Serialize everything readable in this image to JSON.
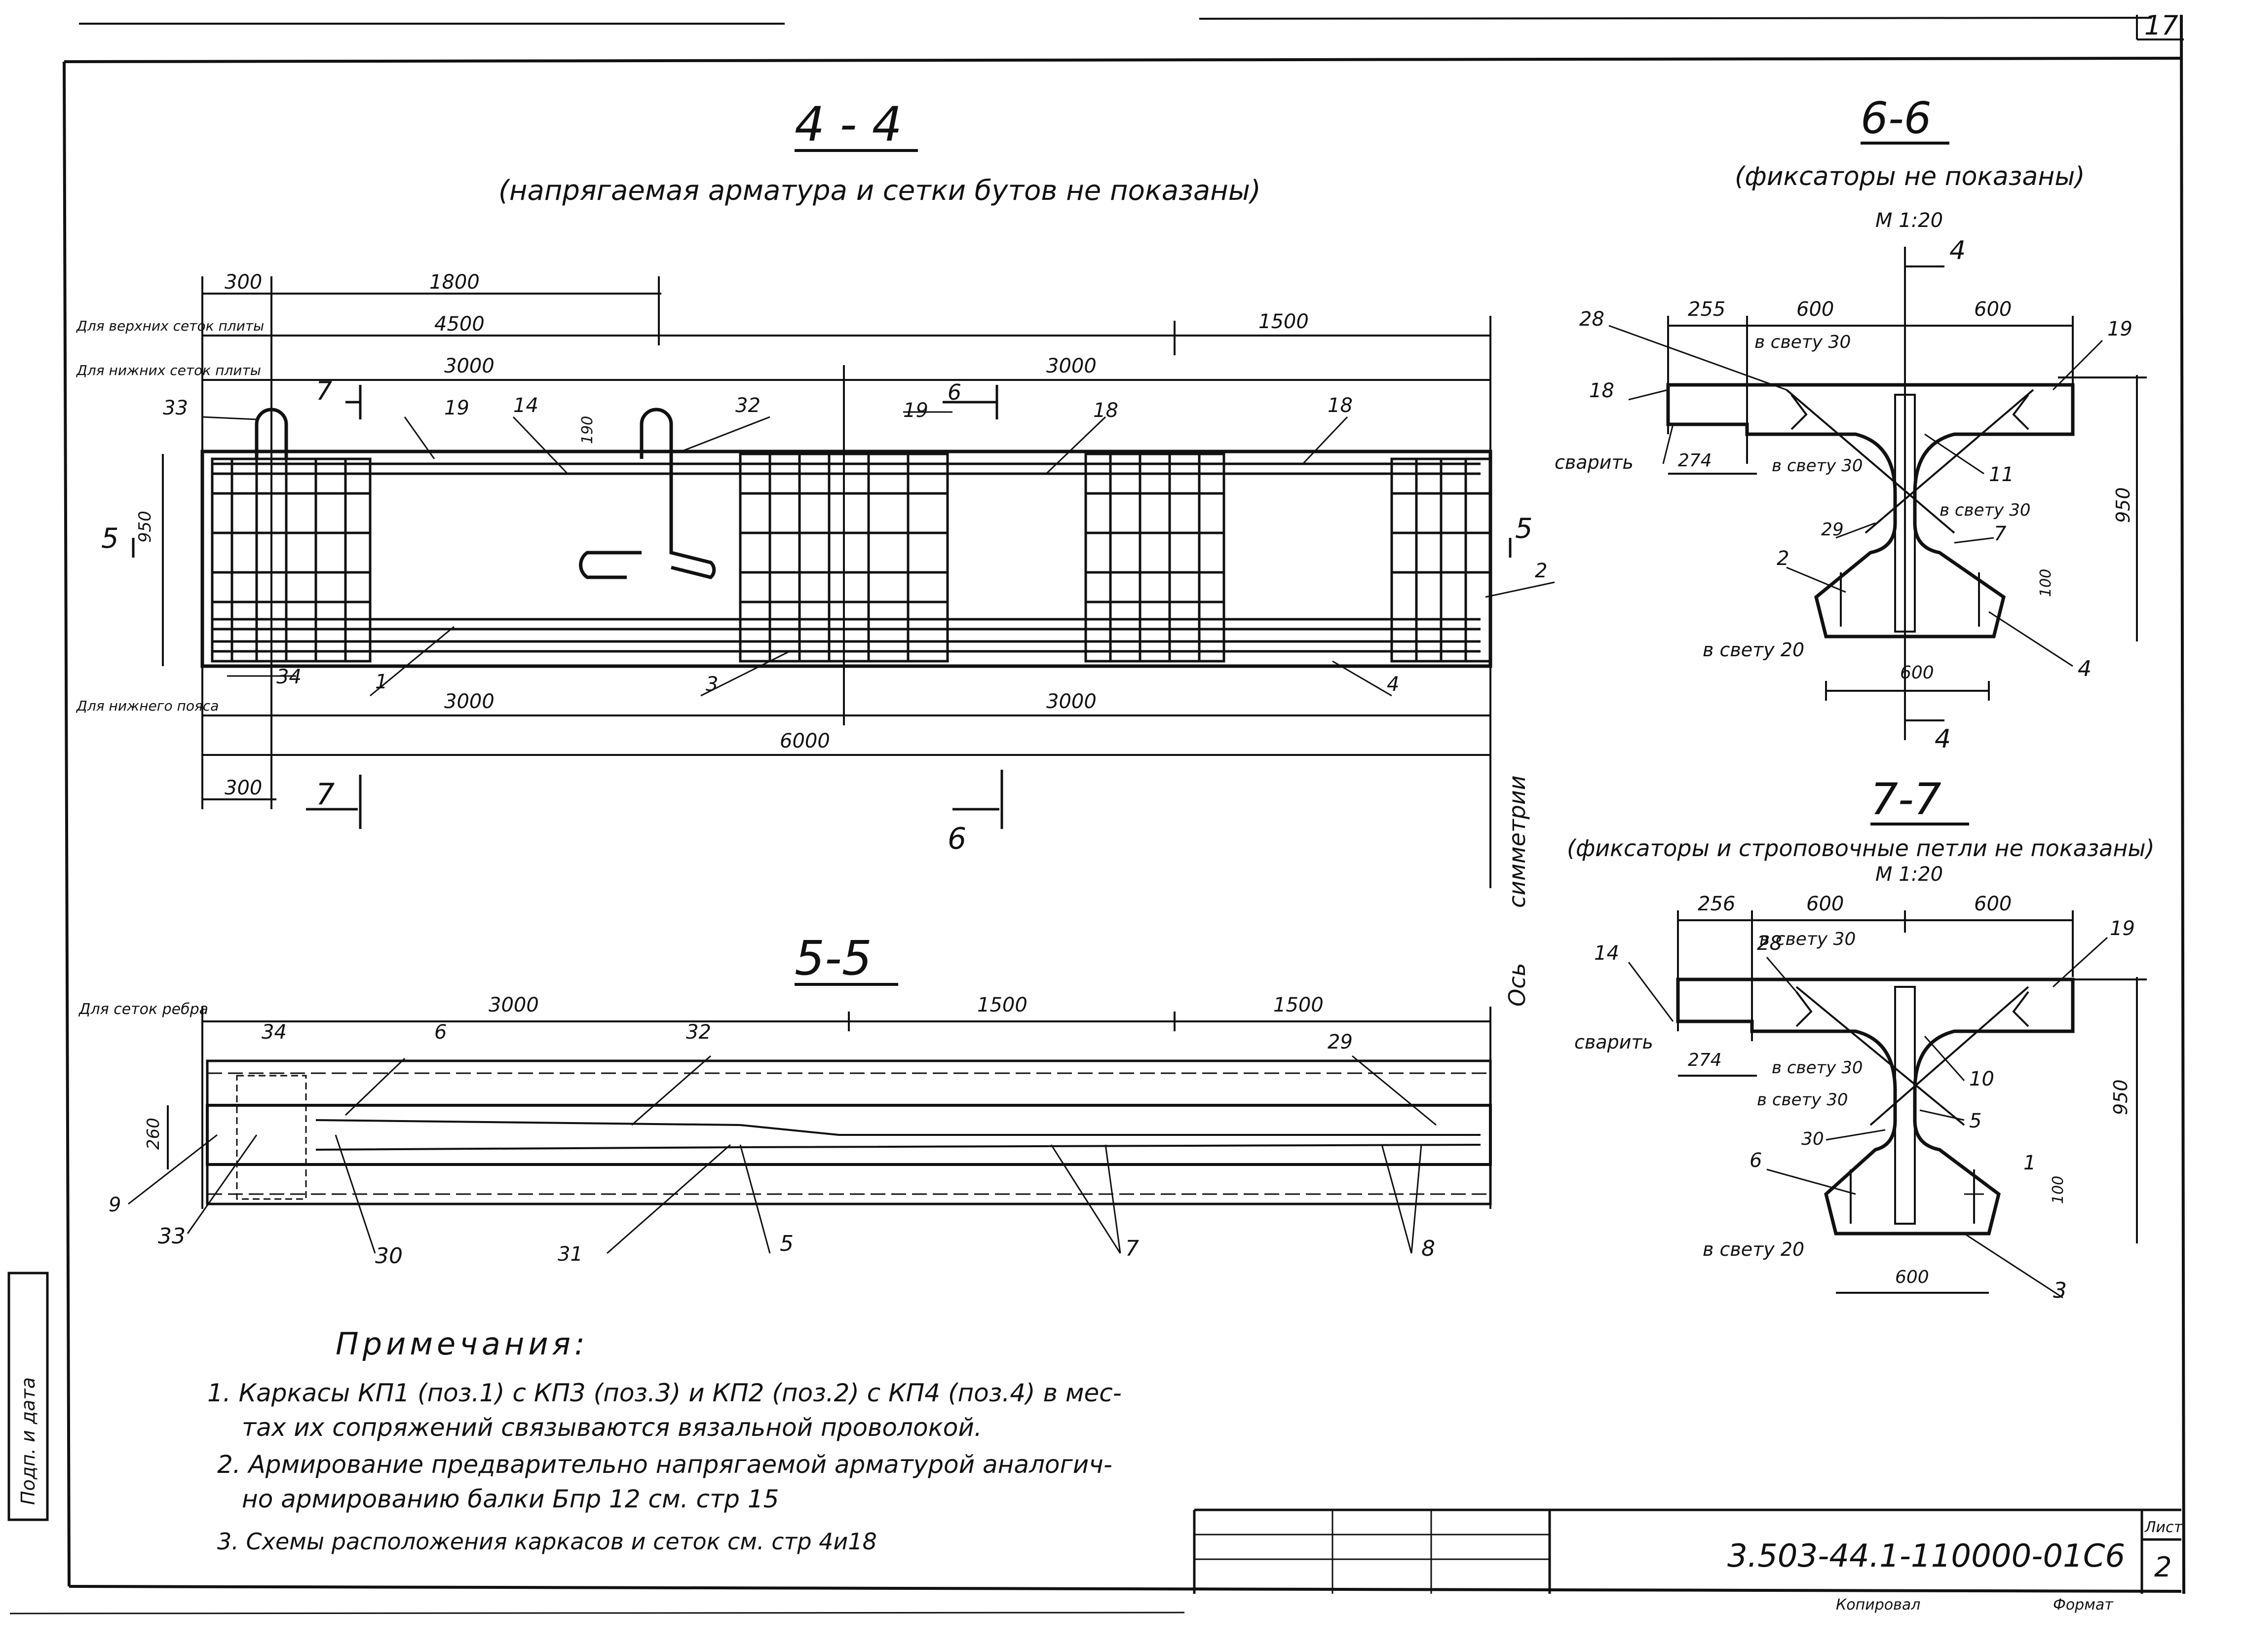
{
  "sheet": {
    "number": "17",
    "code": "3.503-44.1-110000-01С6",
    "list_label": "Лист",
    "list_no": "2",
    "footer_left": "Копировал",
    "footer_right": "Формат",
    "side_stamp": "Подп. и дата"
  },
  "section44": {
    "title": "4 - 4",
    "subtitle": "(напрягаемая арматура и сетки бутов не показаны)",
    "label_upper": "Для верхних сеток плиты",
    "label_lower": "Для нижних сеток плиты",
    "label_bottom": "Для нижнего пояса",
    "dim_300": "300",
    "dim_1800": "1800",
    "dim_4500": "4500",
    "dim_1500": "1500",
    "dim_3000a": "3000",
    "dim_3000b": "3000",
    "dim_3000c": "3000",
    "dim_3000d": "3000",
    "dim_6000": "6000",
    "dim_950": "950",
    "dim_190": "190",
    "dim_300b": "300",
    "cut_7": "7",
    "cut_6": "6",
    "cut_5": "5",
    "symmetry": "симметрии",
    "axis": "Ось",
    "callouts": [
      "33",
      "19",
      "14",
      "32",
      "19",
      "18",
      "18",
      "2",
      "34",
      "1",
      "3",
      "4"
    ]
  },
  "section55": {
    "title": "5-5",
    "label_ribs": "Для сеток ребра",
    "dim_3000": "3000",
    "dim_1500a": "1500",
    "dim_1500b": "1500",
    "dim_260": "260",
    "callouts": [
      "34",
      "6",
      "32",
      "29",
      "9",
      "33",
      "30",
      "31",
      "5",
      "7",
      "8"
    ]
  },
  "section66": {
    "title": "6-6",
    "subtitle": "(фиксаторы не показаны)",
    "scale": "М 1:20",
    "cut_4": "4",
    "dims": [
      "255",
      "600",
      "600",
      "274",
      "950",
      "100",
      "600"
    ],
    "clear": [
      "в свету 30",
      "в свету 30",
      "в свету 30",
      "в свету 20"
    ],
    "weld": "сварить",
    "callouts": [
      "28",
      "19",
      "18",
      "11",
      "29",
      "7",
      "2",
      "4"
    ]
  },
  "section77": {
    "title": "7-7",
    "subtitle": "(фиксаторы и строповочные петли не показаны)",
    "scale": "М 1:20",
    "dims": [
      "256",
      "600",
      "600",
      "274",
      "950",
      "100",
      "600"
    ],
    "clear": [
      "в свету 30",
      "в свету 30",
      "в свету 30",
      "в свету 20"
    ],
    "weld": "сварить",
    "callouts": [
      "14",
      "28",
      "19",
      "10",
      "5",
      "30",
      "6",
      "1",
      "3"
    ]
  },
  "notes": {
    "heading": "Примечания:",
    "items": [
      "1. Каркасы КП1 (поз.1) с КП3 (поз.3) и КП2 (поз.2) с КП4 (поз.4) в мес-",
      "тах их сопряжений связываются вязальной проволокой.",
      "2. Армирование предварительно напрягаемой арматурой аналогич-",
      "но армированию балки Бпр 12 см. стр 15",
      "3. Схемы расположения каркасов и сеток см. стр 4и18"
    ]
  }
}
